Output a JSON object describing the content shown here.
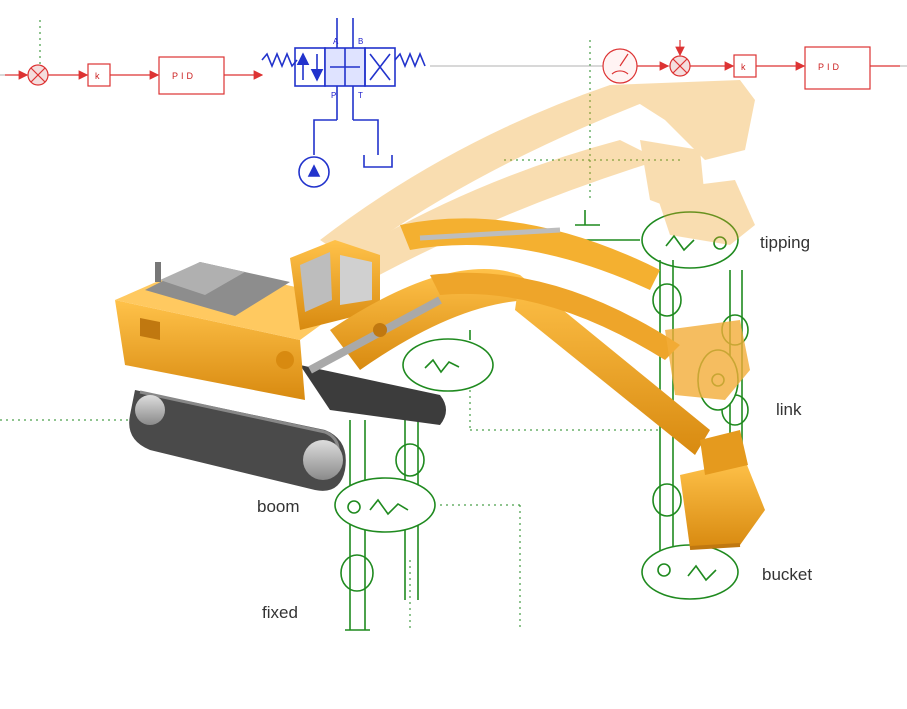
{
  "colors": {
    "control": "#dd3333",
    "hydraulic": "#2233cc",
    "mechanism": "#1f8a1f",
    "excavator": "#f0a020",
    "excavator_shadow": "#c07810",
    "track": "#555555"
  },
  "control_left": {
    "gain_label": "k",
    "pid_label": "PID"
  },
  "control_right": {
    "gain_label": "k",
    "pid_label": "PID"
  },
  "valve": {
    "port_a": "A",
    "port_b": "B",
    "port_p": "P",
    "port_t": "T"
  },
  "labels": {
    "tipping": "tipping",
    "link": "link",
    "boom": "boom",
    "bucket": "bucket",
    "fixed": "fixed"
  },
  "icons": {
    "pump": "pump-icon",
    "tank": "tank-icon",
    "sensor": "angle-sensor-icon",
    "summing": "summing-junction-icon"
  }
}
